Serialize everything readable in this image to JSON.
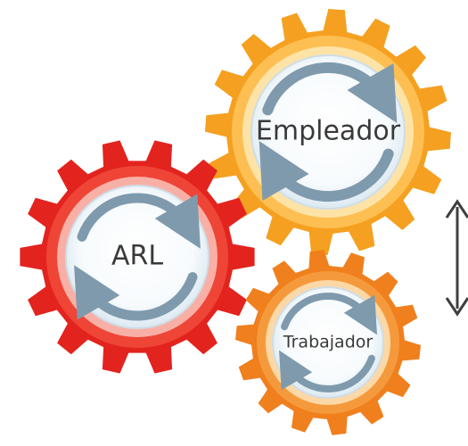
{
  "gears": [
    {
      "id": "empleador",
      "label": "Empleador",
      "colors": {
        "teeth": "#f5a020",
        "ring": "#fdbf52",
        "rim": "#fde3a6",
        "face": "#ffffff",
        "arrow": "#7f9aad"
      }
    },
    {
      "id": "arl",
      "label": "ARL",
      "colors": {
        "teeth": "#e3231e",
        "ring": "#ee4537",
        "rim": "#f8b0a6",
        "face": "#ffffff",
        "arrow": "#7f9aad"
      }
    },
    {
      "id": "trabajador",
      "label": "Trabajador",
      "colors": {
        "teeth": "#f07f1d",
        "ring": "#f59a3c",
        "rim": "#fcd8a6",
        "face": "#ffffff",
        "arrow": "#7f9aad"
      }
    }
  ],
  "connector": {
    "icon": "double-headed-vertical-arrow-icon",
    "color": "#3f3f3f"
  }
}
